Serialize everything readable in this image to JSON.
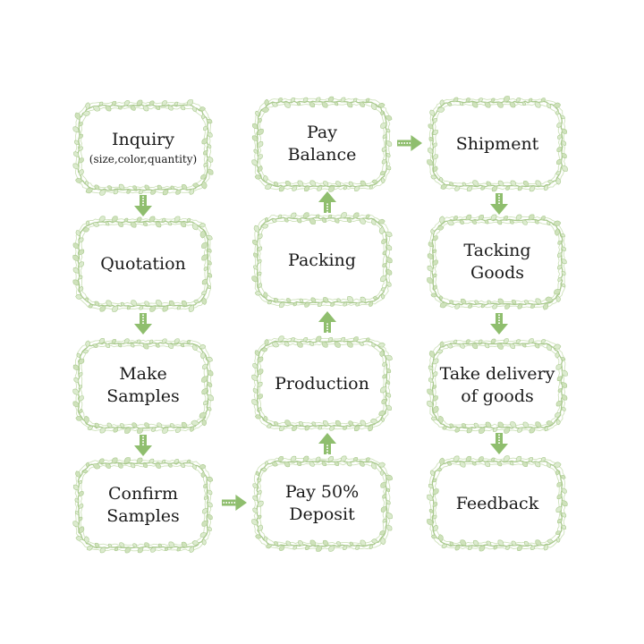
{
  "colors": {
    "frame": "#a9c98d",
    "frame_light": "#cfe2bc",
    "arrow": "#8fbe6e"
  },
  "nodes": {
    "inquiry": {
      "label": "Inquiry",
      "sub": "(size,color,quantity)"
    },
    "quotation": {
      "label": "Quotation"
    },
    "make_samples": {
      "label": "Make\nSamples"
    },
    "confirm_samples": {
      "label": "Confirm\nSamples"
    },
    "pay_deposit": {
      "label": "Pay 50%\nDeposit"
    },
    "production": {
      "label": "Production"
    },
    "packing": {
      "label": "Packing"
    },
    "pay_balance": {
      "label": "Pay\nBalance"
    },
    "shipment": {
      "label": "Shipment"
    },
    "tacking_goods": {
      "label": "Tacking\nGoods"
    },
    "take_delivery": {
      "label": "Take delivery\nof goods"
    },
    "feedback": {
      "label": "Feedback"
    }
  }
}
